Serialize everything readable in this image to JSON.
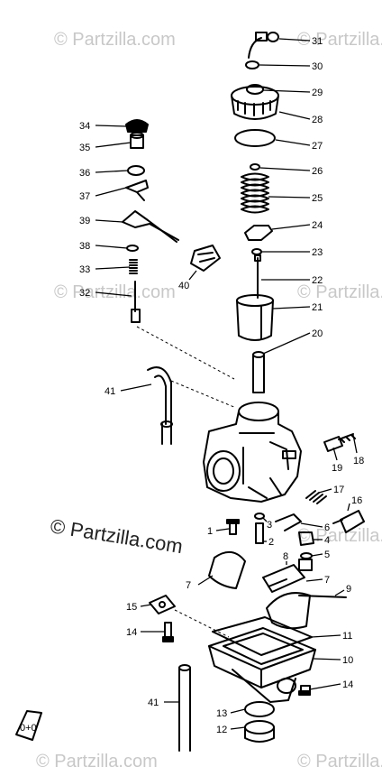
{
  "watermarks": {
    "main": "© Partzilla.com",
    "faint": "© Partzilla.com"
  },
  "corner_mark": "0+0",
  "callouts": [
    {
      "id": "31",
      "label": "31"
    },
    {
      "id": "30",
      "label": "30"
    },
    {
      "id": "29",
      "label": "29"
    },
    {
      "id": "28",
      "label": "28"
    },
    {
      "id": "27",
      "label": "27"
    },
    {
      "id": "26",
      "label": "26"
    },
    {
      "id": "25",
      "label": "25"
    },
    {
      "id": "24",
      "label": "24"
    },
    {
      "id": "23",
      "label": "23"
    },
    {
      "id": "22",
      "label": "22"
    },
    {
      "id": "21",
      "label": "21"
    },
    {
      "id": "20",
      "label": "20"
    },
    {
      "id": "34",
      "label": "34"
    },
    {
      "id": "35",
      "label": "35"
    },
    {
      "id": "36",
      "label": "36"
    },
    {
      "id": "37",
      "label": "37"
    },
    {
      "id": "39",
      "label": "39"
    },
    {
      "id": "38",
      "label": "38"
    },
    {
      "id": "33",
      "label": "33"
    },
    {
      "id": "32",
      "label": "32"
    },
    {
      "id": "40",
      "label": "40"
    },
    {
      "id": "41a",
      "label": "41"
    },
    {
      "id": "19",
      "label": "19"
    },
    {
      "id": "18",
      "label": "18"
    },
    {
      "id": "17",
      "label": "17"
    },
    {
      "id": "16",
      "label": "16"
    },
    {
      "id": "1",
      "label": "1"
    },
    {
      "id": "2",
      "label": "2"
    },
    {
      "id": "3",
      "label": "3"
    },
    {
      "id": "6",
      "label": "6"
    },
    {
      "id": "4",
      "label": "4"
    },
    {
      "id": "5",
      "label": "5"
    },
    {
      "id": "8",
      "label": "8"
    },
    {
      "id": "7a",
      "label": "7"
    },
    {
      "id": "7b",
      "label": "7"
    },
    {
      "id": "9",
      "label": "9"
    },
    {
      "id": "15",
      "label": "15"
    },
    {
      "id": "14a",
      "label": "14"
    },
    {
      "id": "11",
      "label": "11"
    },
    {
      "id": "10",
      "label": "10"
    },
    {
      "id": "14b",
      "label": "14"
    },
    {
      "id": "41b",
      "label": "41"
    },
    {
      "id": "13",
      "label": "13"
    },
    {
      "id": "12",
      "label": "12"
    }
  ]
}
